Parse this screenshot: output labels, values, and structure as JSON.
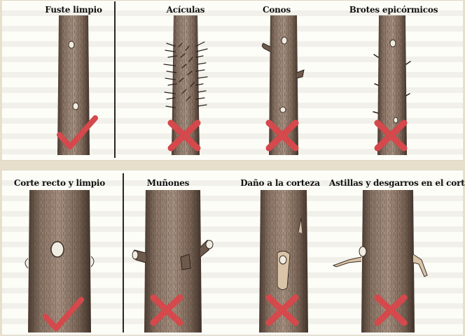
{
  "top_row": {
    "items": [
      {
        "label": "Fuste limpio",
        "mark": "check"
      },
      {
        "label": "Acículas",
        "mark": "cross"
      },
      {
        "label": "Conos",
        "mark": "cross"
      },
      {
        "label": "Brotes epicórmicos",
        "mark": "cross"
      }
    ]
  },
  "bottom_row": {
    "items": [
      {
        "label": "Corte recto y limpio",
        "mark": "check"
      },
      {
        "label": "Muñones",
        "mark": "cross"
      },
      {
        "label": "Daño a la corteza",
        "mark": "cross"
      },
      {
        "label": "Astillas y desgarros en el corte",
        "mark": "cross"
      }
    ]
  },
  "colors": {
    "bark": "#8a7566",
    "bark_dark": "#4a3a30",
    "mark": "#d5484b",
    "divider": "#2b2622"
  }
}
